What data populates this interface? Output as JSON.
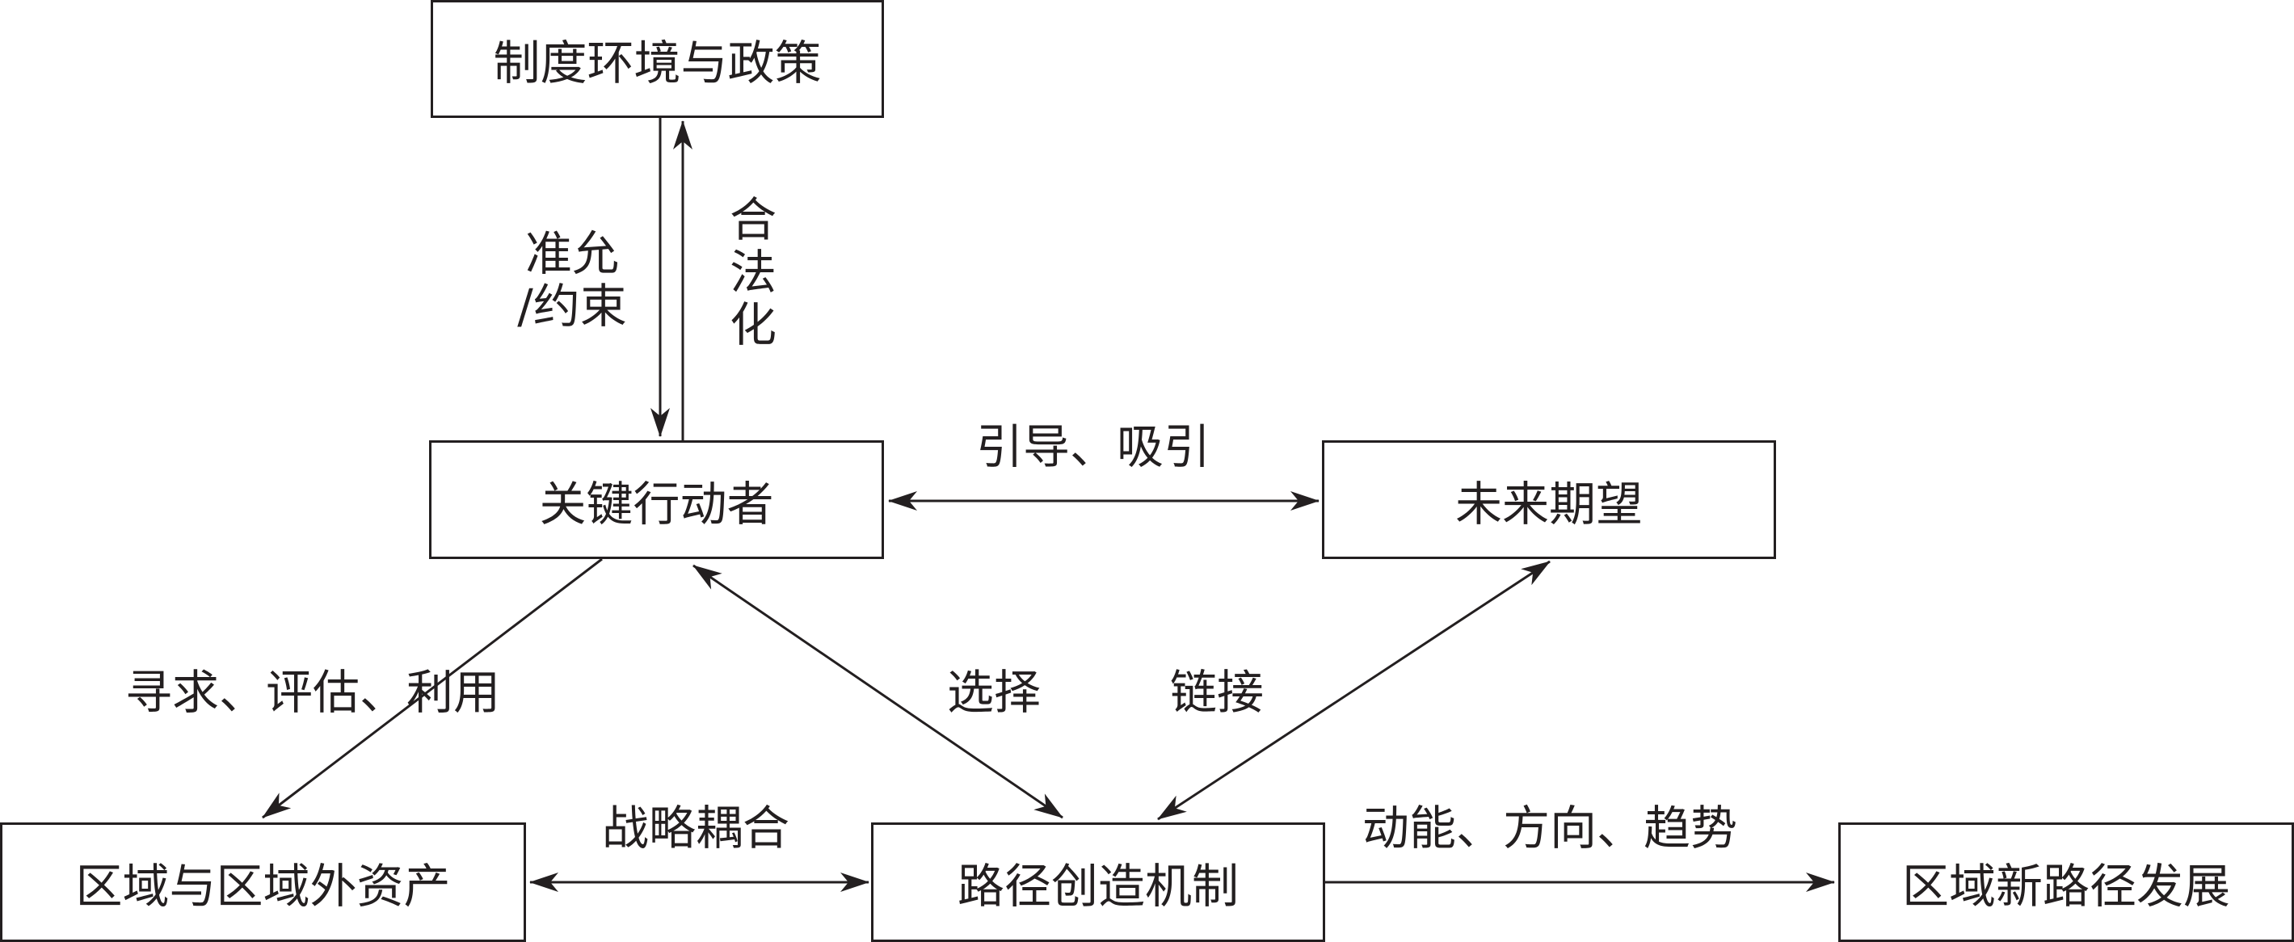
{
  "nodes": {
    "institution": "制度环境与政策",
    "key_actors": "关键行动者",
    "future": "未来期望",
    "assets": "区域与区域外资产",
    "mechanism": "路径创造机制",
    "new_path": "区域新路径发展"
  },
  "edges": {
    "enable": "准允\n/约束",
    "legitimize": "合\n法\n化",
    "guide": "引导、吸引",
    "seek": "寻求、评估、利用",
    "select": "选择",
    "link": "链接",
    "coupling": "战略耦合",
    "momentum": "动能、方向、趋势"
  }
}
